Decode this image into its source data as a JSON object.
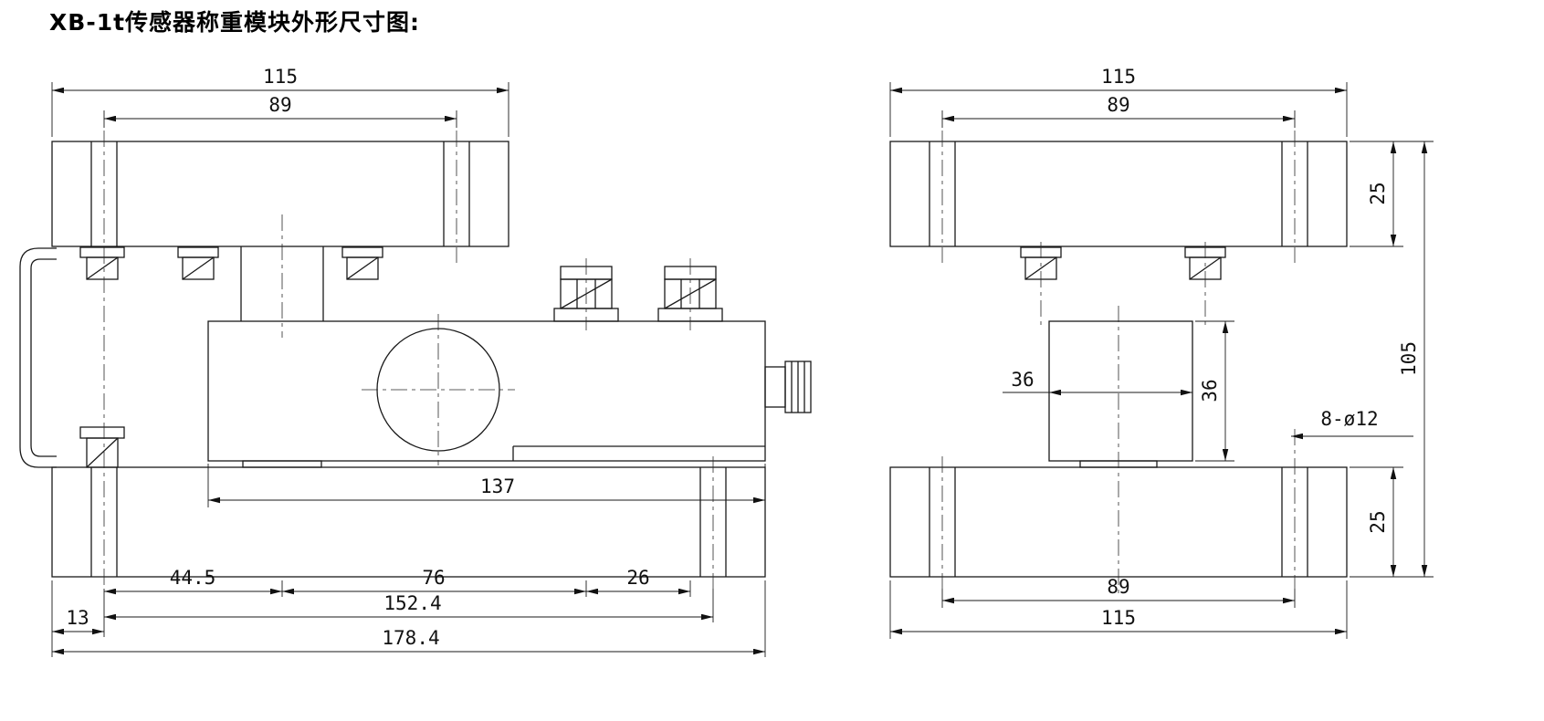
{
  "title": "XB-1t传感器称重模块外形尺寸图:",
  "colors": {
    "line": "#1a1a1a",
    "background": "#ffffff"
  },
  "left_view": {
    "label": "front-elevation",
    "dims": {
      "overall_width_top": "115",
      "bolt_span_top": "89",
      "body_length": "137",
      "seg_a": "44.5",
      "seg_b": "76",
      "seg_c": "26",
      "hole_span_bottom": "152.4",
      "edge_offset": "13",
      "overall_length": "178.4"
    }
  },
  "right_view": {
    "label": "side-elevation",
    "dims": {
      "overall_width_top": "115",
      "bolt_span_top": "89",
      "plate_thickness_top": "25",
      "overall_height": "105",
      "block_width": "36",
      "block_height": "36",
      "hole_note": "8-ø12",
      "plate_thickness_bottom": "25",
      "bolt_span_bottom": "89",
      "overall_width_bottom": "115"
    }
  }
}
